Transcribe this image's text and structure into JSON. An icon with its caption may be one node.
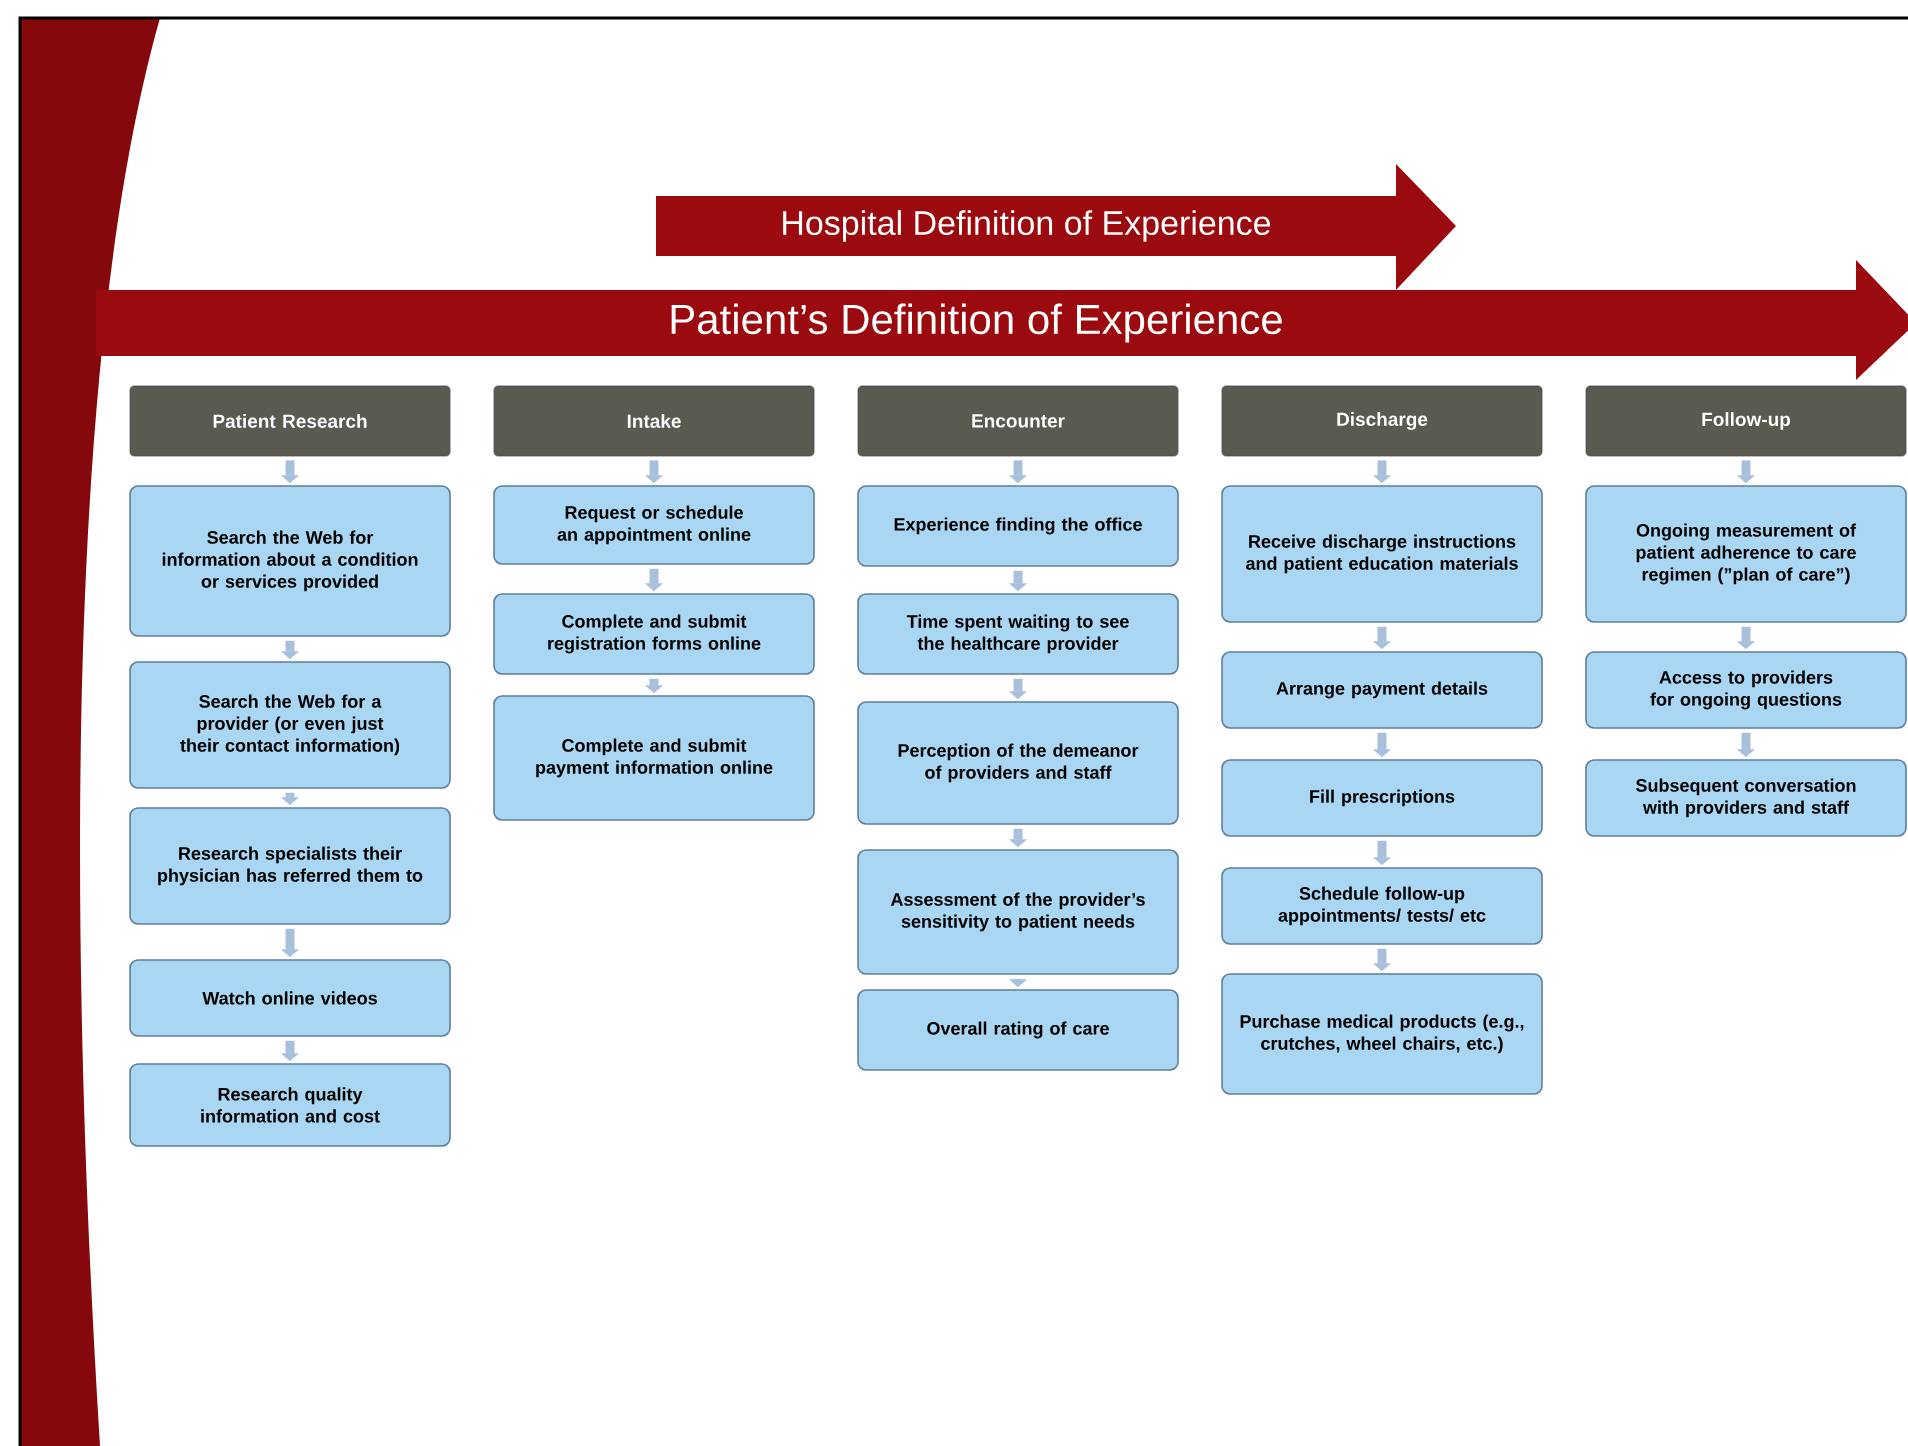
{
  "diagram": {
    "nodes": [
      {
        "text": [
          "Hospital Definition of Experience"
        ]
      },
      {
        "text": [
          "Patient’s Definition of Experience"
        ]
      },
      {
        "text": [
          "Patient Research"
        ]
      },
      {
        "text": [
          "Search the Web for information about a condition or services provided"
        ]
      },
      {
        "text": [
          "Search the Web for a provider (or even just their contact information)"
        ]
      },
      {
        "text": [
          "Research specialists their physician has referred them to"
        ]
      },
      {
        "text": [
          "Watch online videos"
        ]
      },
      {
        "text": [
          "Research quality information and cost"
        ]
      },
      {
        "text": [
          "Intake"
        ]
      },
      {
        "text": [
          "Request or schedule an appointment online"
        ]
      },
      {
        "text": [
          "Complete and submit registration forms online"
        ]
      },
      {
        "text": [
          "Complete and submit payment information online"
        ]
      },
      {
        "text": [
          "Encounter"
        ]
      },
      {
        "text": [
          "Experience finding the office"
        ]
      },
      {
        "text": [
          "Time spent waiting to see the healthcare provider"
        ]
      },
      {
        "text": [
          "Perception of the demeanor of providers and staff"
        ]
      },
      {
        "text": [
          "Assessment of the provider’s sensitivity to patient needs"
        ]
      },
      {
        "text": [
          "Overall rating of care"
        ]
      },
      {
        "text": [
          "Discharge"
        ]
      },
      {
        "text": [
          "Receive discharge instructions and patient education materials"
        ]
      },
      {
        "text": [
          "Arrange payment details"
        ]
      },
      {
        "text": [
          "Fill prescriptions"
        ]
      },
      {
        "text": [
          "Schedule follow-up appointments/ tests/ etc"
        ]
      },
      {
        "text": [
          "Purchase medical products (e.g., crutches, wheel chairs, etc.)"
        ]
      },
      {
        "text": [
          "Follow-up"
        ]
      },
      {
        "text": [
          "Ongoing measurement of patient adherence to care regimen (”plan of care”)"
        ]
      },
      {
        "text": [
          "Access to providers for ongoing questions"
        ]
      },
      {
        "text": [
          "Subsequent conversation with providers and staff"
        ]
      }
    ],
    "edges": [
      {
        "from": 2,
        "to": 3,
        "arrow": "to"
      },
      {
        "from": 3,
        "to": 4,
        "arrow": "to"
      },
      {
        "from": 4,
        "to": 5,
        "arrow": "to"
      },
      {
        "from": 5,
        "to": 6,
        "arrow": "to"
      },
      {
        "from": 6,
        "to": 7,
        "arrow": "to"
      },
      {
        "from": 8,
        "to": 9,
        "arrow": "to"
      },
      {
        "from": 9,
        "to": 10,
        "arrow": "to"
      },
      {
        "from": 10,
        "to": 11,
        "arrow": "to"
      },
      {
        "from": 12,
        "to": 13,
        "arrow": "to"
      },
      {
        "from": 13,
        "to": 14,
        "arrow": "to"
      },
      {
        "from": 14,
        "to": 15,
        "arrow": "to"
      },
      {
        "from": 15,
        "to": 16,
        "arrow": "to"
      },
      {
        "from": 16,
        "to": 17,
        "arrow": "to"
      },
      {
        "from": 18,
        "to": 19,
        "arrow": "to"
      },
      {
        "from": 19,
        "to": 20,
        "arrow": "to"
      },
      {
        "from": 20,
        "to": 21,
        "arrow": "to"
      },
      {
        "from": 21,
        "to": 22,
        "arrow": "to"
      },
      {
        "from": 22,
        "to": 23,
        "arrow": "to"
      },
      {
        "from": 24,
        "to": 25,
        "arrow": "to"
      },
      {
        "from": 25,
        "to": 26,
        "arrow": "to"
      },
      {
        "from": 26,
        "to": 27,
        "arrow": "to"
      }
    ]
  }
}
